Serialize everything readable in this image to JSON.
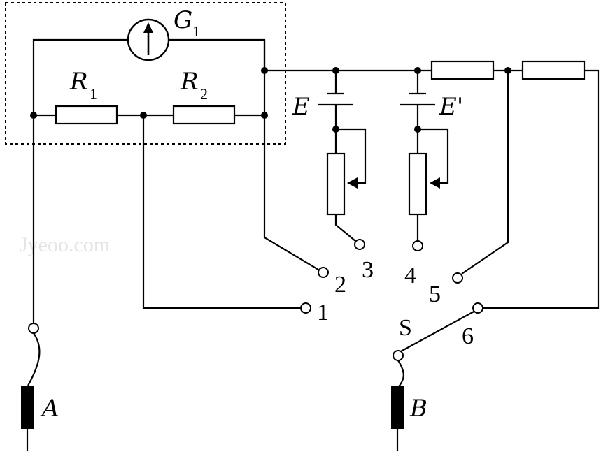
{
  "watermark": "Jyeoo.com",
  "labels": {
    "galvanometer": "G",
    "galvanometer_sub": "1",
    "r1": "R",
    "r1_sub": "1",
    "r2": "R",
    "r2_sub": "2",
    "cell_e": "E",
    "cell_e_prime": "E'",
    "switch": "S",
    "probe_a": "A",
    "probe_b": "B",
    "term_1": "1",
    "term_2": "2",
    "term_3": "3",
    "term_4": "4",
    "term_5": "5",
    "term_6": "6"
  }
}
